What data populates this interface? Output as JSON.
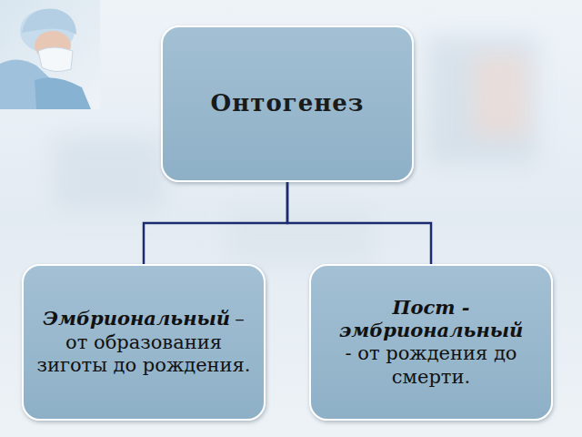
{
  "diagram": {
    "nodes": [
      {
        "text": [
          "Онтогенез"
        ]
      },
      {
        "text": [
          "Эмбриональный",
          "– от образования зиготы до рождения."
        ]
      },
      {
        "text": [
          "Пост - эмбриональный",
          "- от рождения до смерти."
        ]
      }
    ],
    "edges": [
      {
        "from": 0,
        "to": 1,
        "arrow": "none"
      },
      {
        "from": 0,
        "to": 2,
        "arrow": "none"
      }
    ]
  }
}
